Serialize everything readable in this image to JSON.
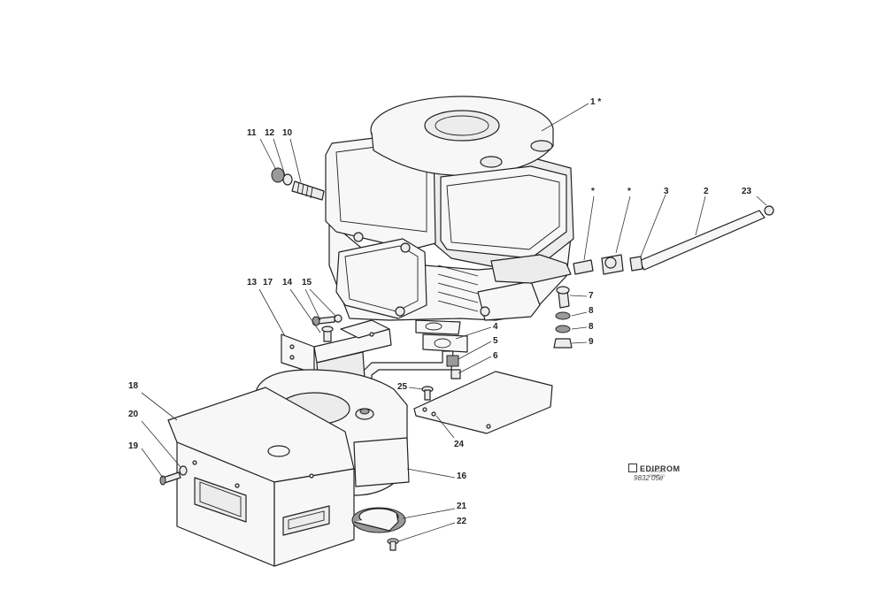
{
  "callouts": {
    "l1": "1 *",
    "l2": "2",
    "l3": "3",
    "star_a": "*",
    "star_b": "*",
    "l23": "23",
    "l11": "11",
    "l12": "12",
    "l10": "10",
    "l7": "7",
    "l8a": "8",
    "l8b": "8",
    "l9": "9",
    "l4": "4",
    "l5": "5",
    "l6": "6",
    "l13": "13",
    "l17": "17",
    "l14": "14",
    "l15": "15",
    "l25": "25",
    "l24": "24",
    "l18": "18",
    "l20": "20",
    "l19": "19",
    "l16": "16",
    "l21": "21",
    "l22": "22"
  },
  "publisher": {
    "brand": "EDIPROM",
    "subtitle": "SERVIZIO GRAFICO",
    "drawing_code": "9832 05e"
  }
}
